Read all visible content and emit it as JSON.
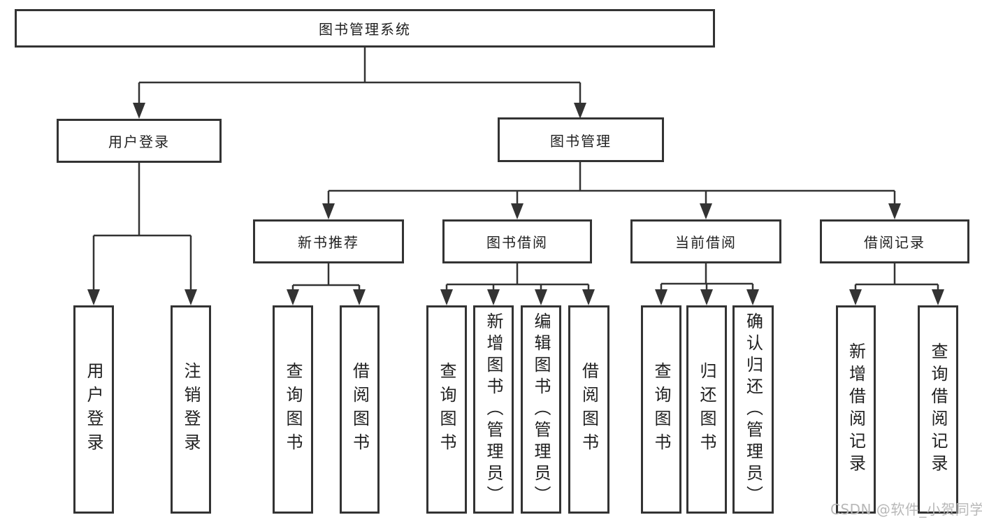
{
  "tree": {
    "root": "图书管理系统",
    "children": [
      {
        "label": "用户登录",
        "children": [
          {
            "label": "用户登录"
          },
          {
            "label": "注销登录"
          }
        ]
      },
      {
        "label": "图书管理",
        "children": [
          {
            "label": "新书推荐",
            "children": [
              {
                "label": "查询图书"
              },
              {
                "label": "借阅图书"
              }
            ]
          },
          {
            "label": "图书借阅",
            "children": [
              {
                "label": "查询图书"
              },
              {
                "label": "新增图书（管理员）"
              },
              {
                "label": "编辑图书（管理员）"
              },
              {
                "label": "借阅图书"
              }
            ]
          },
          {
            "label": "当前借阅",
            "children": [
              {
                "label": "查询图书"
              },
              {
                "label": "归还图书"
              },
              {
                "label": "确认归还（管理员）"
              }
            ]
          },
          {
            "label": "借阅记录",
            "children": [
              {
                "label": "新增借阅记录"
              },
              {
                "label": "查询借阅记录"
              }
            ]
          }
        ]
      }
    ]
  },
  "watermark": "CSDN @软件_小贺同学",
  "colors": {
    "line": "#333333",
    "text": "#1f1f1f",
    "watermark": "#b8b8b8",
    "background": "#ffffff"
  }
}
